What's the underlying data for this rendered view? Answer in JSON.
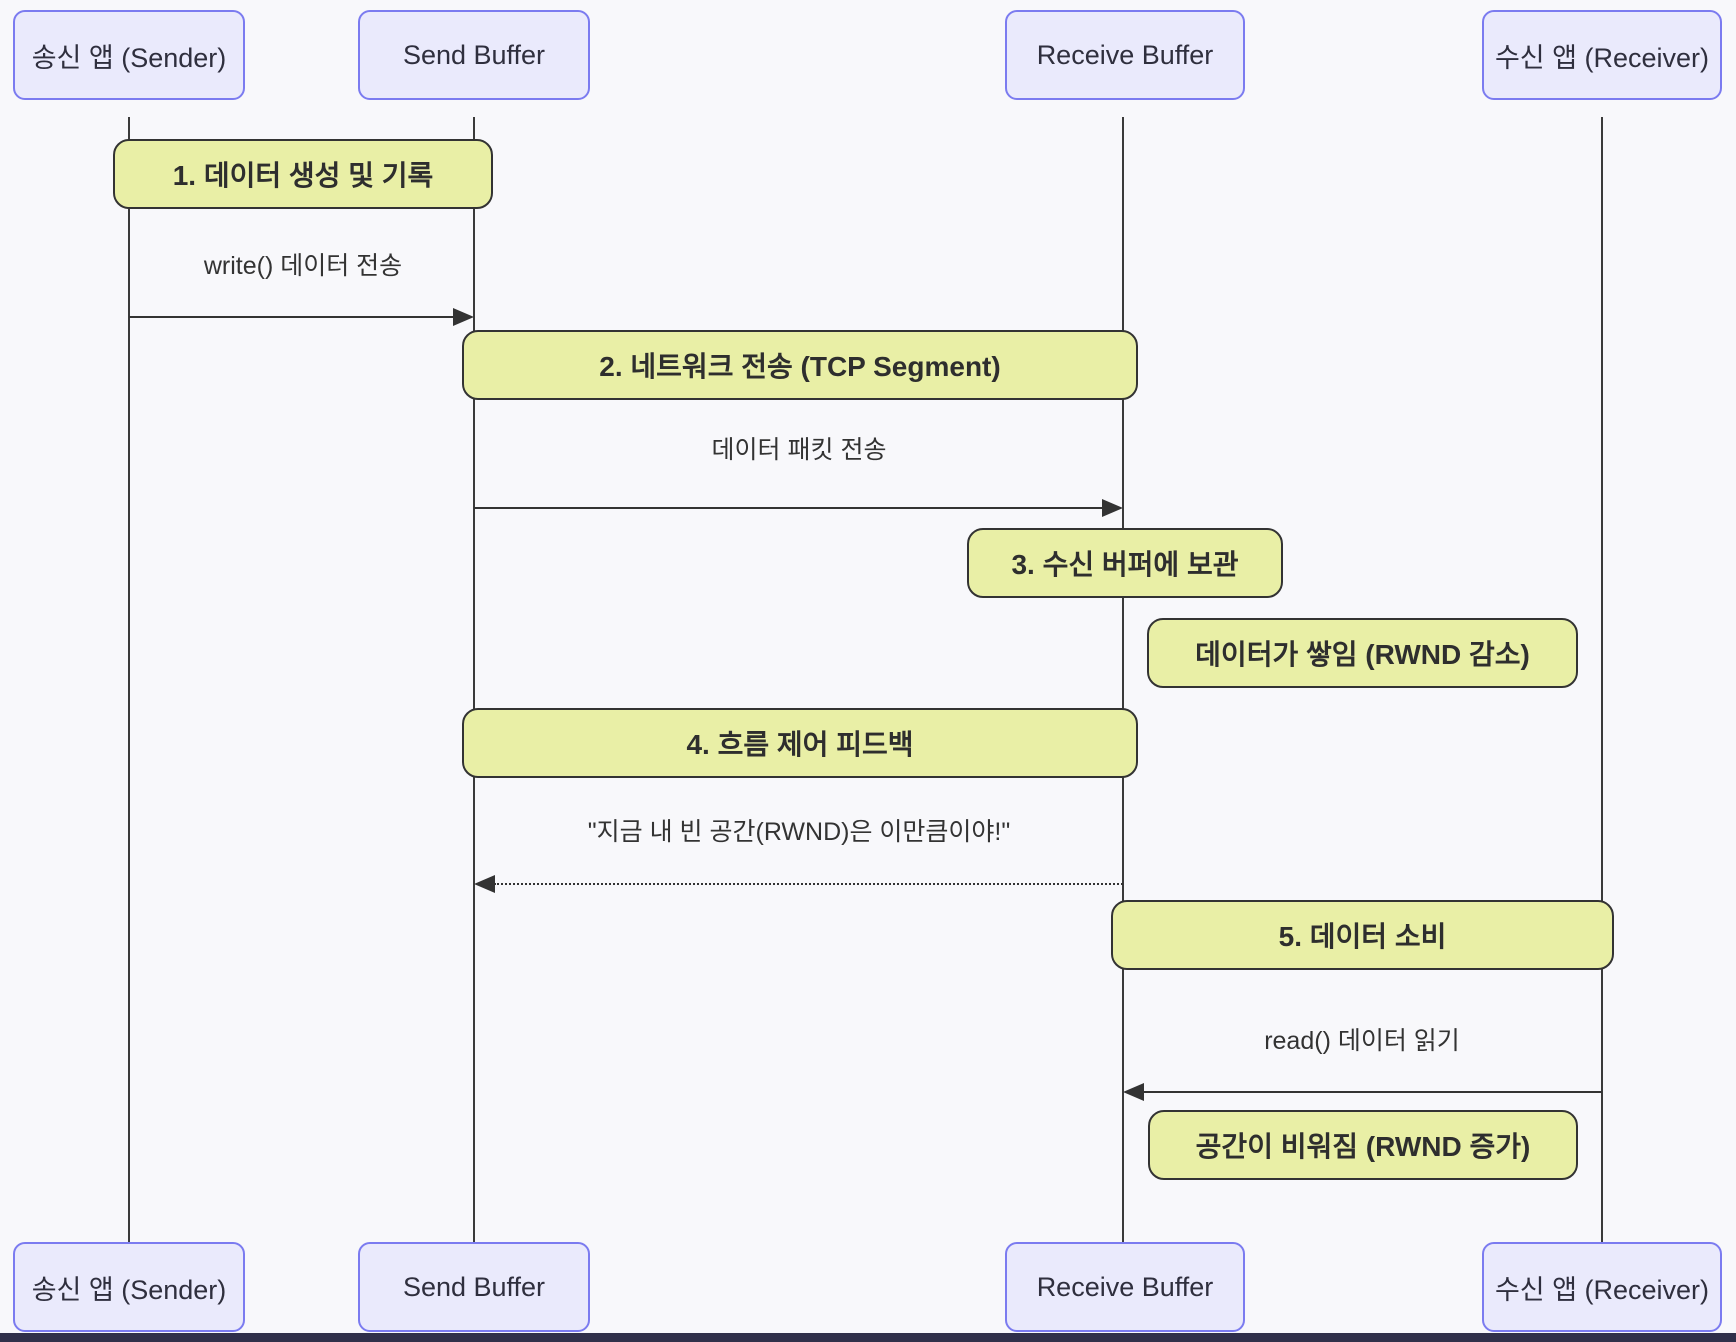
{
  "diagram": {
    "kind": "sequence-diagram",
    "language": "ko",
    "topic": "TCP flow control (RWND) between sender and receiver buffers"
  },
  "participants": [
    {
      "id": "sender",
      "label": "송신 앱 (Sender)"
    },
    {
      "id": "send-buffer",
      "label": "Send Buffer"
    },
    {
      "id": "receive-buffer",
      "label": "Receive Buffer"
    },
    {
      "id": "receiver",
      "label": "수신 앱 (Receiver)"
    }
  ],
  "notes": [
    {
      "id": "step1",
      "label": "1. 데이터 생성 및 기록",
      "over": [
        "sender",
        "send-buffer"
      ]
    },
    {
      "id": "step2",
      "label": "2. 네트워크 전송 (TCP Segment)",
      "over": [
        "send-buffer",
        "receive-buffer"
      ]
    },
    {
      "id": "step3",
      "label": "3. 수신 버퍼에 보관",
      "over": [
        "receive-buffer"
      ]
    },
    {
      "id": "rwnd-decrease",
      "label": "데이터가 쌓임 (RWND 감소)",
      "over": [
        "receive-buffer",
        "receiver"
      ]
    },
    {
      "id": "step4",
      "label": "4. 흐름 제어 피드백",
      "over": [
        "send-buffer",
        "receive-buffer"
      ]
    },
    {
      "id": "step5",
      "label": "5. 데이터 소비",
      "over": [
        "receive-buffer",
        "receiver"
      ]
    },
    {
      "id": "rwnd-increase",
      "label": "공간이 비워짐 (RWND 증가)",
      "over": [
        "receive-buffer",
        "receiver"
      ]
    }
  ],
  "messages": [
    {
      "id": "write",
      "label": "write() 데이터 전송",
      "from": "sender",
      "to": "send-buffer",
      "line": "solid"
    },
    {
      "id": "packet",
      "label": "데이터 패킷 전송",
      "from": "send-buffer",
      "to": "receive-buffer",
      "line": "solid"
    },
    {
      "id": "feedback",
      "label": "\"지금 내 빈 공간(RWND)은 이만큼이야!\"",
      "from": "receive-buffer",
      "to": "send-buffer",
      "line": "dotted"
    },
    {
      "id": "read",
      "label": "read() 데이터 읽기",
      "from": "receiver",
      "to": "receive-buffer",
      "line": "solid"
    }
  ],
  "colors": {
    "background": "#f8f8fb",
    "actor_fill": "#eaeafc",
    "actor_border": "#7b7bf0",
    "note_fill": "#e9efa6",
    "note_border": "#333333",
    "line": "#333333",
    "text": "#333333",
    "bottom_strip": "#30304a"
  }
}
